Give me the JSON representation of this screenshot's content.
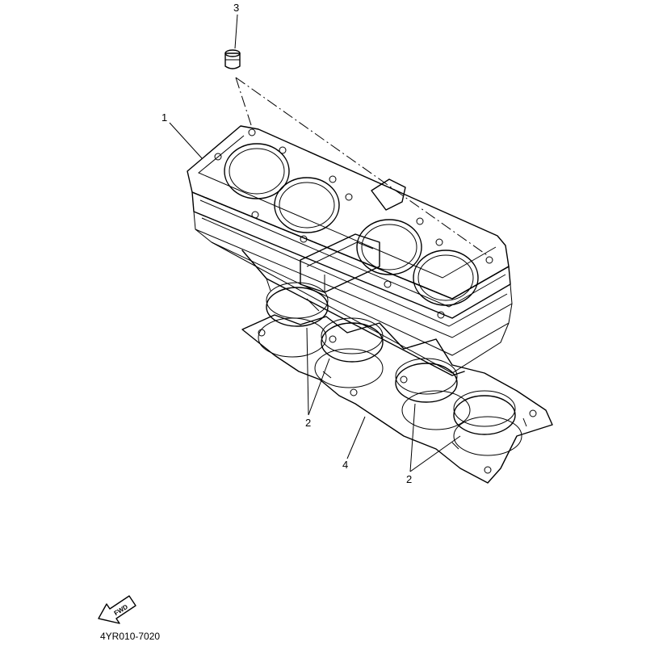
{
  "callouts": {
    "part_1": "1",
    "part_2_upper": "2",
    "part_2_lower": "2",
    "part_3": "3",
    "part_4": "4"
  },
  "fwd_label": "FWD",
  "diagram_code": "4YR010-7020"
}
